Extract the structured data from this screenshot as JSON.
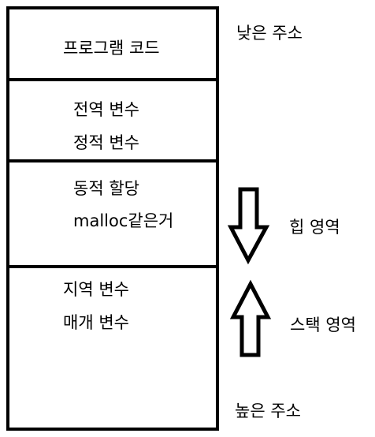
{
  "segments": {
    "code": "프로그램 코드",
    "data": [
      "전역 변수",
      "정적 변수"
    ],
    "heap": [
      "동적 할당",
      "malloc같은거"
    ],
    "stack": [
      "지역 변수",
      "매개 변수"
    ]
  },
  "annotations": {
    "low_address": "낮은 주소",
    "high_address": "높은 주소",
    "heap_area": "힙 영역",
    "stack_area": "스택 영역"
  },
  "colors": {
    "line": "#000000",
    "background": "#ffffff"
  }
}
